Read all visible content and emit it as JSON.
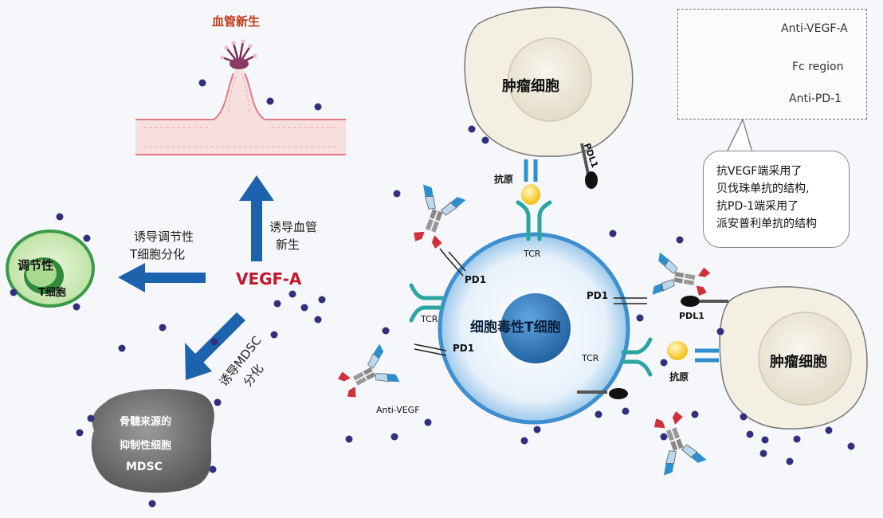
{
  "labels": {
    "angiogenesis": "血管新生",
    "tumor_cell_top": "肿瘤细胞",
    "tumor_cell_right": "肿瘤细胞",
    "pdl1_top": "PDL1",
    "pdl1_right": "PDL1",
    "antigen_top": "抗原",
    "antigen_right": "抗原",
    "tcr_top": "TCR",
    "tcr_left": "TCR",
    "tcr_right": "TCR",
    "pd1_upper": "PD1",
    "pd1_lower": "PD1",
    "pd1_right": "PD1",
    "cytotoxic_t": "细胞毒性T细胞",
    "anti_vegf": "Anti-VEGF",
    "vegf_a": "VEGF-A",
    "induce_angio_1": "诱导血管",
    "induce_angio_2": "新生",
    "induce_treg_1": "诱导调节性",
    "induce_treg_2": "T细胞分化",
    "treg_1": "调节性",
    "treg_2": "T细胞",
    "induce_mdsc_1": "诱导MDSC",
    "induce_mdsc_2": "分化",
    "mdsc_1": "骨髓来源的",
    "mdsc_2": "抑制性细胞",
    "mdsc_3": "MDSC"
  },
  "legend": {
    "anti_vegf_a": "Anti-VEGF-A",
    "fc_region": "Fc region",
    "anti_pd1": "Anti-PD-1"
  },
  "callout": {
    "line1": "抗VEGF端采用了",
    "line2": "贝伐珠单抗的结构,",
    "line3": "抗PD-1端采用了",
    "line4": "派安普利单抗的结构"
  },
  "colors": {
    "arrow_blue": "#1d62ad",
    "vegf_red": "#c0182c",
    "angio_title": "#c0391b",
    "tcell_blue": "#3f8fd0",
    "tumor_fill": "#f3efe2",
    "treg_green": "#3a9a4a",
    "mdsc_gray": "#7a7a7a",
    "vegf_dot": "#30307e",
    "antibody_red": "#d0303a",
    "antibody_blue": "#2f8fce",
    "tcr_teal": "#2aa6a0"
  }
}
